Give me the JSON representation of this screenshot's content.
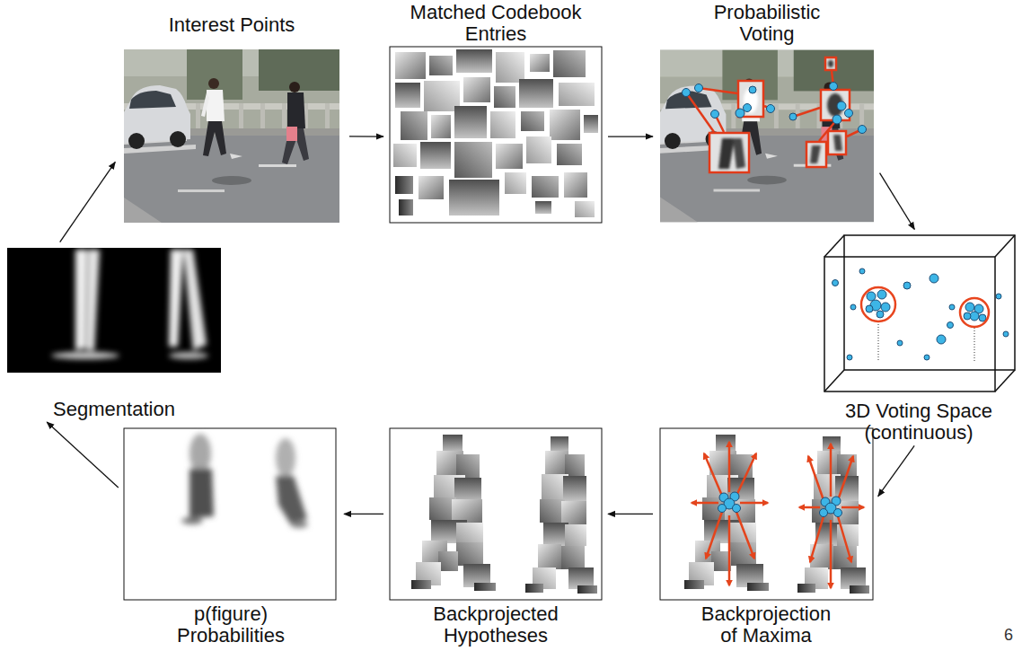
{
  "diagram": {
    "nodes": [
      {
        "text": [
          "Interest Points"
        ]
      },
      {
        "text": [
          "Matched Codebook Entries"
        ]
      },
      {
        "text": [
          "Probabilistic Voting"
        ]
      },
      {
        "text": [
          "Segmentation"
        ]
      },
      {
        "text": [
          "3D Voting Space (continuous)"
        ]
      },
      {
        "text": [
          "p(figure) Probabilities"
        ]
      },
      {
        "text": [
          "Backprojected Hypotheses"
        ]
      },
      {
        "text": [
          "Backprojection of Maxima"
        ]
      }
    ],
    "edges": [
      {
        "from": 0,
        "to": 1,
        "arrow": "to"
      },
      {
        "from": 1,
        "to": 2,
        "arrow": "to"
      },
      {
        "from": 2,
        "to": 4,
        "arrow": "to"
      },
      {
        "from": 4,
        "to": 7,
        "arrow": "to"
      },
      {
        "from": 7,
        "to": 6,
        "arrow": "to"
      },
      {
        "from": 6,
        "to": 5,
        "arrow": "to"
      },
      {
        "from": 5,
        "to": 3,
        "arrow": "to"
      },
      {
        "from": 3,
        "to": 0,
        "arrow": "to"
      }
    ],
    "labels": [
      "6"
    ]
  }
}
